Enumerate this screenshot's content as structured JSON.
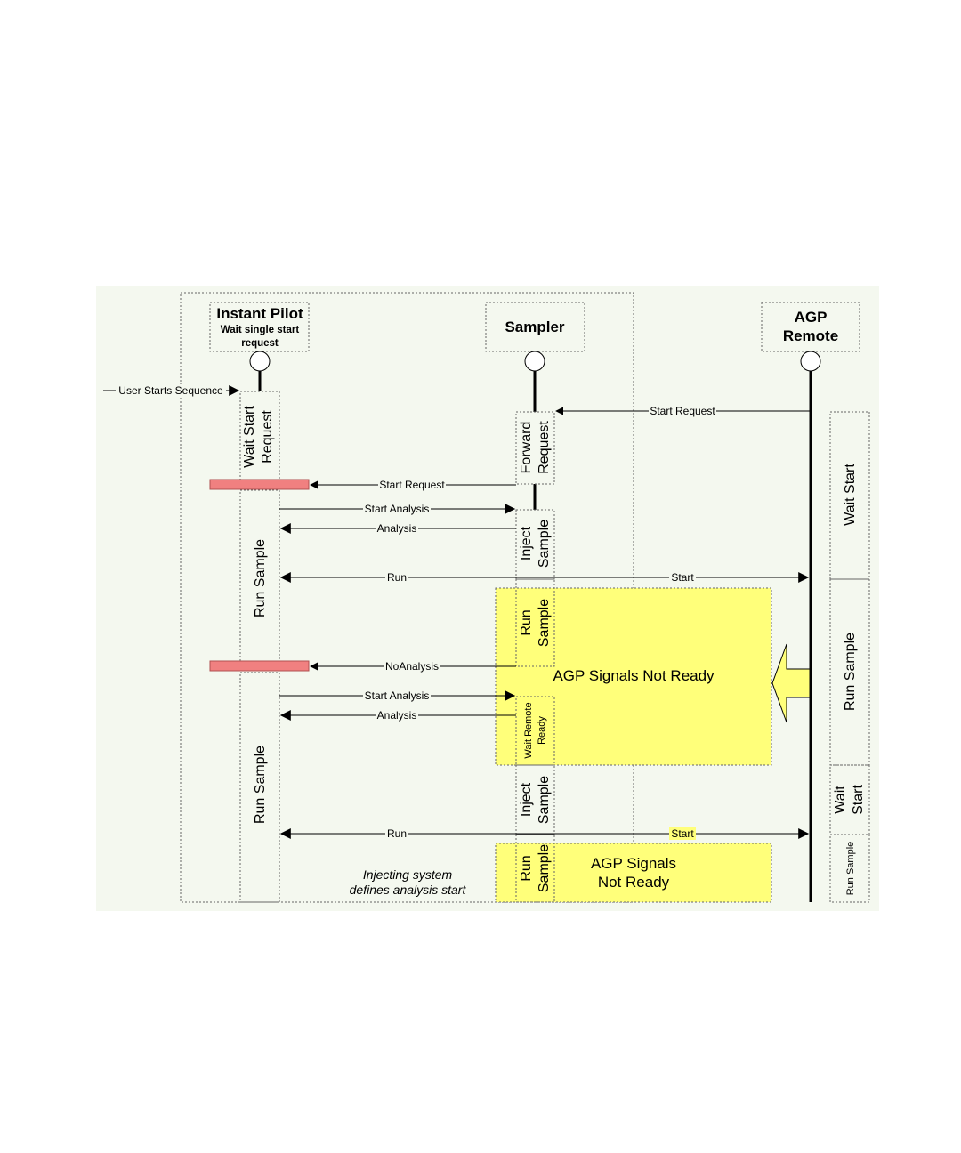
{
  "colors": {
    "background_panel": "#f4f8ef",
    "act_fill": "#e6edf5",
    "yellow_region": "#ffff7a",
    "red_bar": "#f08080",
    "lifeline": "#000000"
  },
  "participants": {
    "instant_pilot": {
      "title": "Instant Pilot",
      "sub1": "Wait single start",
      "sub2": "request"
    },
    "sampler": {
      "title": "Sampler"
    },
    "agp_remote": {
      "title1": "AGP",
      "title2": "Remote"
    }
  },
  "messages": {
    "user_starts_sequence": "User Starts Sequence",
    "start_request_1": "Start Request",
    "start_request_2": "Start Request",
    "start_analysis_1": "Start Analysis",
    "analysis_1": "Analysis",
    "run_1": "Run",
    "start_1": "Start",
    "no_analysis": "NoAnalysis",
    "start_analysis_2": "Start Analysis",
    "analysis_2": "Analysis",
    "run_2": "Run",
    "start_2": "Start"
  },
  "activations": {
    "ip_wait_start_request": [
      "Wait Start",
      "Request"
    ],
    "ip_run_sample_1": "Run Sample",
    "ip_run_sample_2": "Run Sample",
    "s_forward_request": [
      "Forward",
      "Request"
    ],
    "s_inject_sample_1": [
      "Inject",
      "Sample"
    ],
    "s_run_sample_1": [
      "Run",
      "Sample"
    ],
    "s_wait_remote_ready": [
      "Wait Remote",
      "Ready"
    ],
    "s_inject_sample_2": [
      "Inject",
      "Sample"
    ],
    "s_run_sample_2": [
      "Run",
      "Sample"
    ],
    "agp_wait_start_1": "Wait Start",
    "agp_run_sample_1": "Run Sample",
    "agp_wait_start_2": [
      "Wait",
      "Start"
    ],
    "agp_run_sample_2": "Run Sample"
  },
  "regions": {
    "agp_not_ready_1": "AGP Signals Not Ready",
    "agp_not_ready_2": [
      "AGP Signals",
      "Not Ready"
    ]
  },
  "notes": {
    "injecting_system": [
      "Injecting system",
      "defines analysis start"
    ]
  }
}
